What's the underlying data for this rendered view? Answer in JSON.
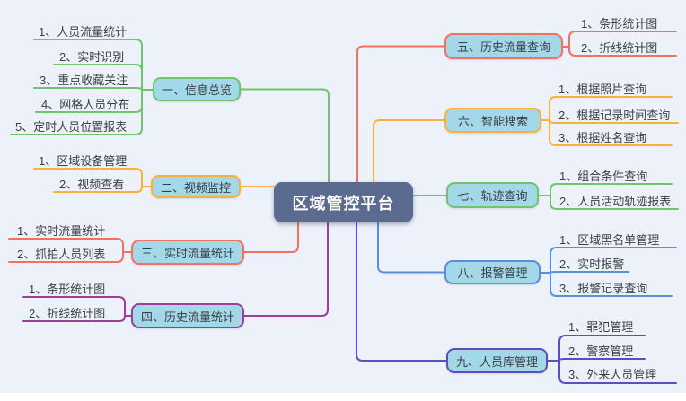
{
  "background": "#edf2fa",
  "node_fill": "#a3d8e8",
  "root": {
    "label": "区域管控平台",
    "fill": "#5a6b8f",
    "text_color": "#ffffff"
  },
  "branches": [
    {
      "label": "一、信息总览",
      "color": "#6fc46e",
      "children": [
        "1、人员流量统计",
        "2、实时识别",
        "3、重点收藏关注",
        "4、网格人员分布",
        "5、定时人员位置报表"
      ]
    },
    {
      "label": "二、视频监控",
      "color": "#f9b03c",
      "children": [
        "1、区域设备管理",
        "2、视频查看"
      ]
    },
    {
      "label": "三、实时流量统计",
      "color": "#f4715b",
      "children": [
        "1、实时流量统计",
        "2、抓拍人员列表"
      ]
    },
    {
      "label": "四、历史流量统计",
      "color": "#9b3f97",
      "children": [
        "1、条形统计图",
        "2、折线统计图"
      ]
    },
    {
      "label": "五、历史流量查询",
      "color": "#f4715b",
      "children": [
        "1、条形统计图",
        "2、折线统计图"
      ]
    },
    {
      "label": "六、智能搜索",
      "color": "#f9b03c",
      "children": [
        "1、根据照片查询",
        "2、根据记录时间查询",
        "3、根据姓名查询"
      ]
    },
    {
      "label": "七、轨迹查询",
      "color": "#6fc46e",
      "children": [
        "1、组合条件查询",
        "2、人员活动轨迹报表"
      ]
    },
    {
      "label": "八、报警管理",
      "color": "#5b8fd9",
      "children": [
        "1、区域黑名单管理",
        "2、实时报警",
        "3、报警记录查询"
      ]
    },
    {
      "label": "九、人员库管理",
      "color": "#5a4fc0",
      "children": [
        "1、罪犯管理",
        "2、警察管理",
        "3、外来人员管理"
      ]
    }
  ]
}
